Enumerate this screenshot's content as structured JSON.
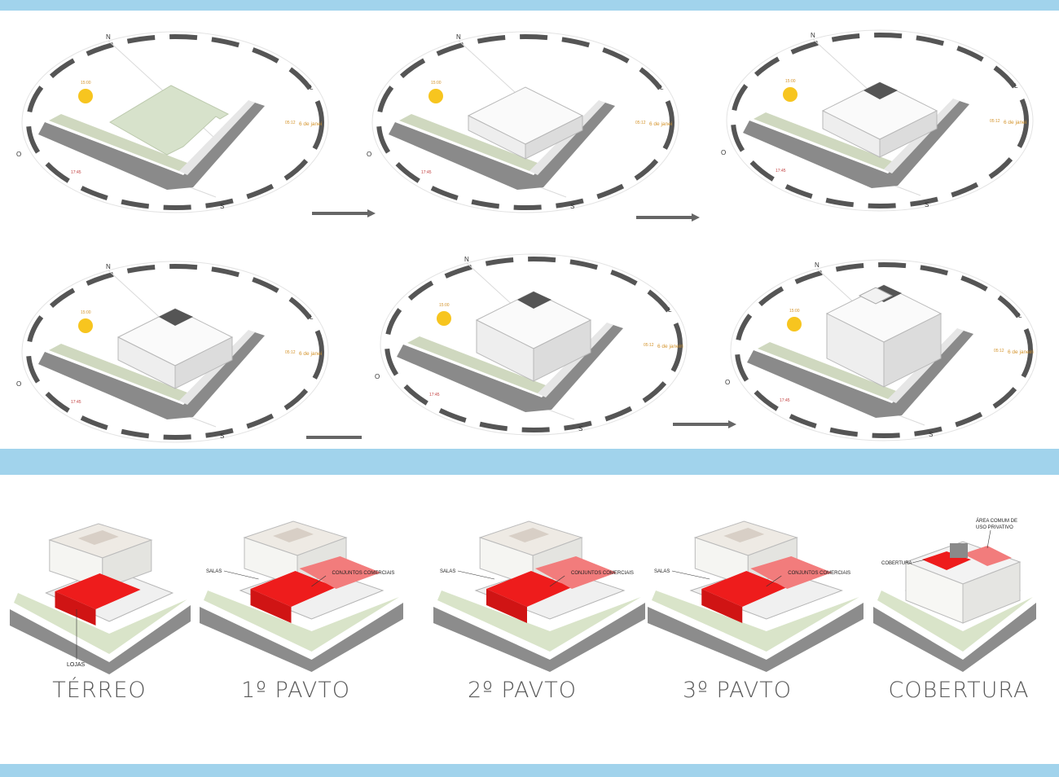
{
  "sun_studies": {
    "directions": {
      "north": "N",
      "south": "S",
      "east": "L",
      "west": "O"
    },
    "times": {
      "top_left": "15:00",
      "right": "05:12",
      "bottom": "17:45"
    },
    "date_label": "6 de janeir",
    "sun_color": "#f7c51f",
    "time_color": "#d4942c",
    "compass_color": "#555555",
    "panels": [
      {
        "date": "6 de janei"
      },
      {
        "date": "6 de janei"
      },
      {
        "date": "6 de janei"
      },
      {
        "date": "6 de janei"
      },
      {
        "date": "6 de janeiri"
      },
      {
        "date": "6 de janeiri"
      }
    ]
  },
  "floor_plans": {
    "highlight_color": "#ee1c1c",
    "highlight_light": "#f27c7c",
    "panels": [
      {
        "label": "TÉRREO",
        "annotations": [
          "LOJAS"
        ]
      },
      {
        "label": "1º PAVTO",
        "annotations": [
          "SALAS",
          "CONJUNTOS COMERCIAIS"
        ]
      },
      {
        "label": "2º PAVTO",
        "annotations": [
          "SALAS",
          "CONJUNTOS COMERCIAIS"
        ]
      },
      {
        "label": "3º PAVTO",
        "annotations": [
          "SALAS",
          "CONJUNTOS COMERCIAIS"
        ]
      },
      {
        "label": "COBERTURA",
        "annotations": [
          "COBERTURA",
          "ÁREA COMUM DE",
          "USO PRIVATIVO"
        ]
      }
    ]
  }
}
